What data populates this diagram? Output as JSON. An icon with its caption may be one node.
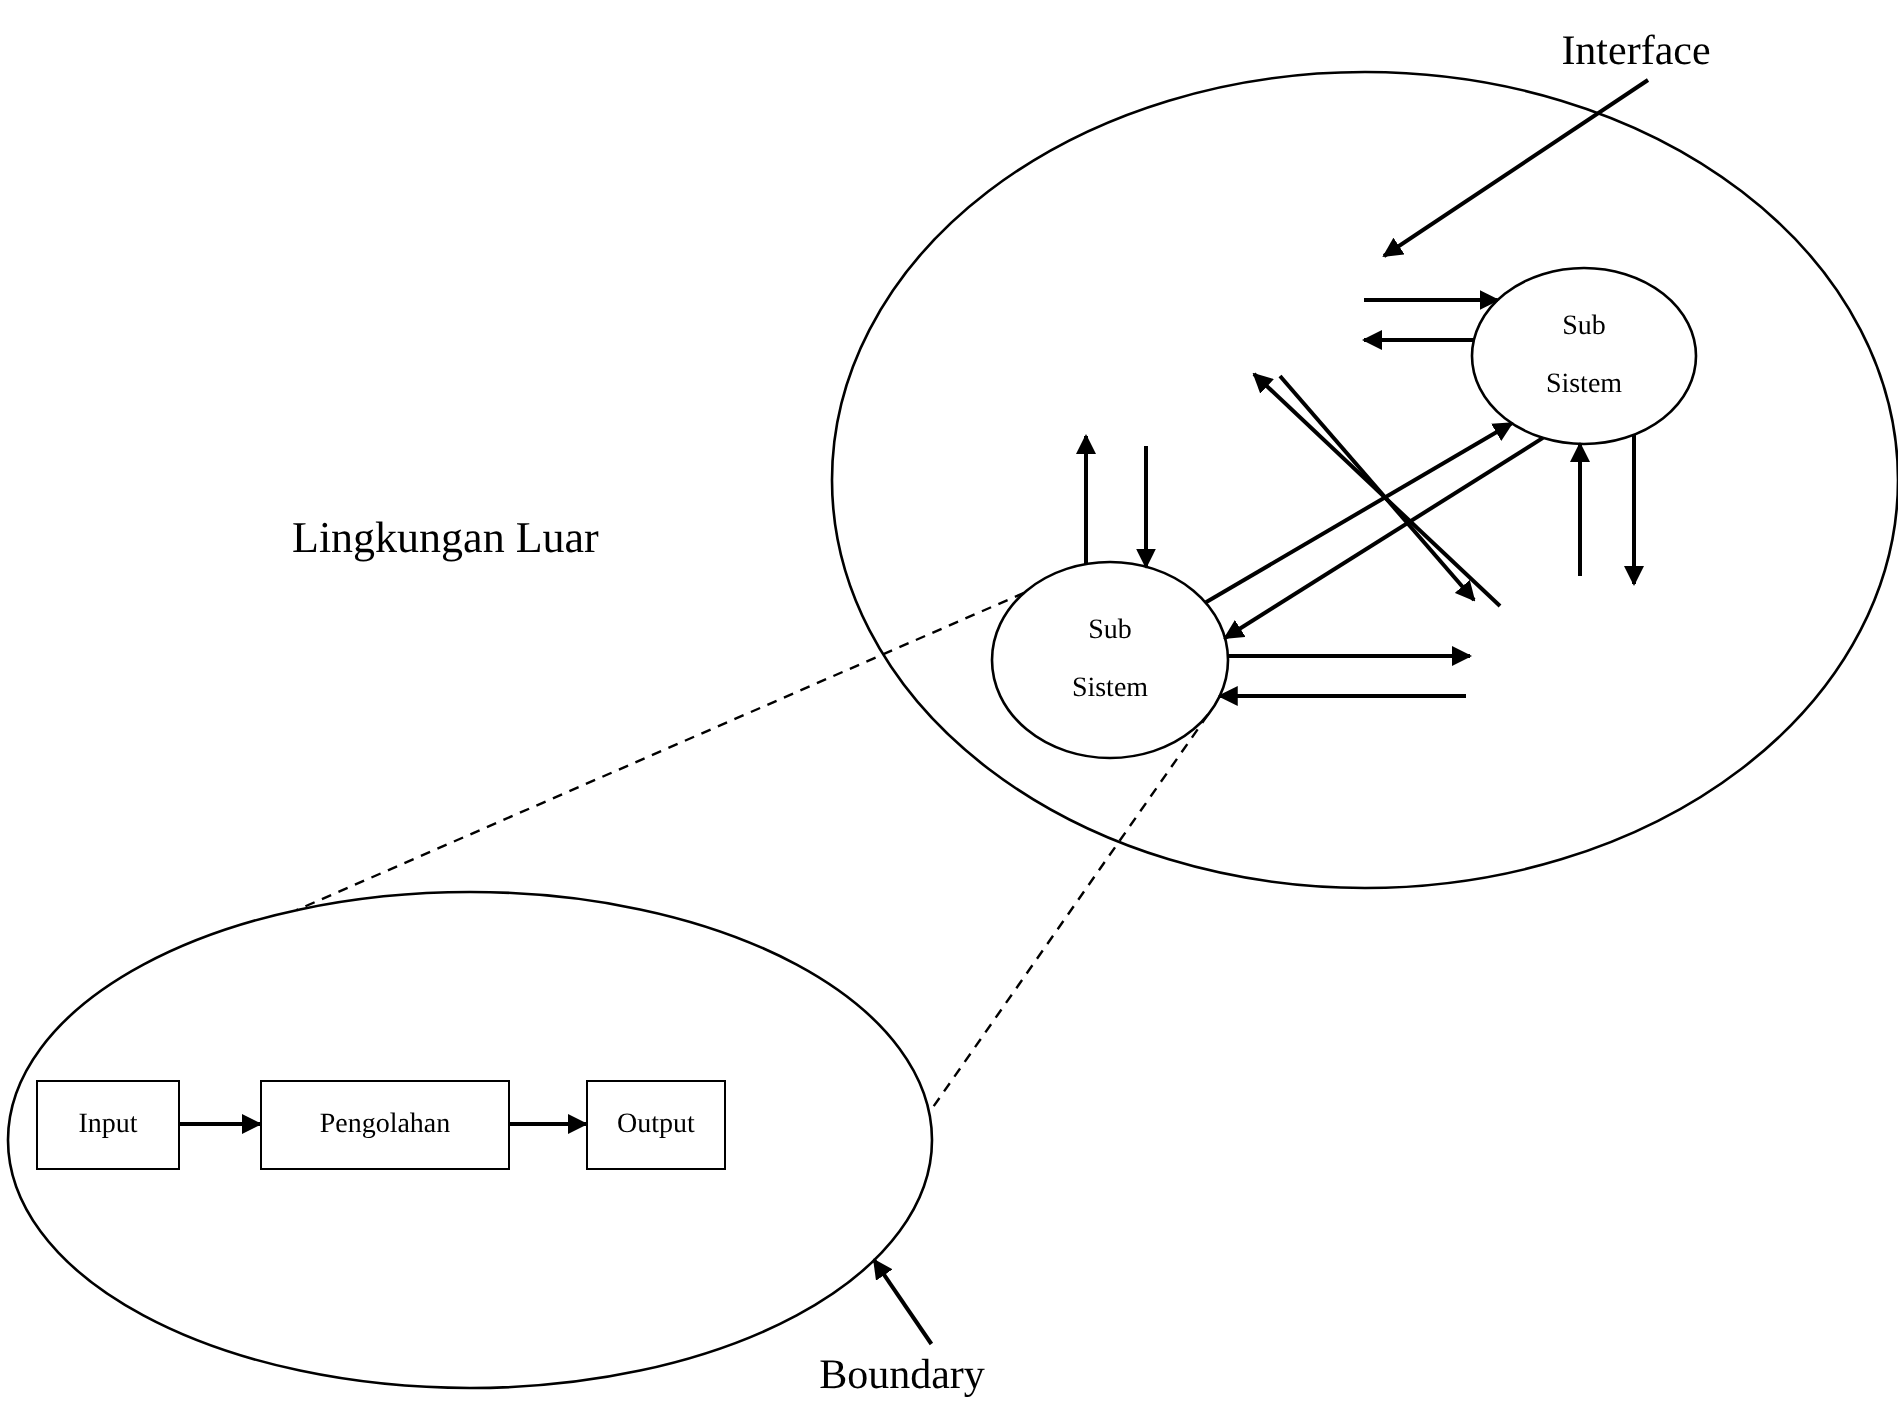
{
  "diagram": {
    "nodes": [
      {
        "text": [],
        "shape": "ellipse"
      },
      {
        "text": [
          "Sub Sistem"
        ],
        "in": 0
      },
      {
        "text": [
          "Sub Sistem"
        ],
        "in": 0
      },
      {
        "text": [],
        "shape": "ellipse"
      },
      {
        "text": [
          "Input"
        ],
        "in": 3
      },
      {
        "text": [
          "Pengolahan"
        ],
        "in": 3
      },
      {
        "text": [
          "Output"
        ],
        "in": 3
      },
      {
        "text": [
          "Interface"
        ]
      },
      {
        "text": [
          "Boundary"
        ]
      }
    ],
    "edges": [
      {
        "from": 4,
        "to": 5,
        "arrow": "to"
      },
      {
        "from": 5,
        "to": 6,
        "arrow": "to"
      },
      {
        "from": 2,
        "to": 3,
        "arrow": "none",
        "style": "dashed"
      },
      {
        "from": 2,
        "to": 3,
        "arrow": "none",
        "style": "dashed"
      },
      {
        "from": 7,
        "to": null,
        "arrow": "to"
      },
      {
        "from": 8,
        "to": 3,
        "arrow": "to"
      },
      {
        "from": null,
        "to": 1,
        "arrow": "to"
      },
      {
        "from": 1,
        "to": null,
        "arrow": "to"
      },
      {
        "from": 2,
        "to": null,
        "arrow": "to"
      },
      {
        "from": null,
        "to": 2,
        "arrow": "to"
      },
      {
        "from": 2,
        "to": 1,
        "arrow": "to"
      },
      {
        "from": 1,
        "to": 2,
        "arrow": "to"
      },
      {
        "from": null,
        "to": 1,
        "arrow": "to"
      },
      {
        "from": 1,
        "to": null,
        "arrow": "to"
      },
      {
        "from": 2,
        "to": null,
        "arrow": "to"
      },
      {
        "from": null,
        "to": 2,
        "arrow": "to"
      }
    ],
    "labels": [
      "Lingkungan Luar"
    ]
  }
}
